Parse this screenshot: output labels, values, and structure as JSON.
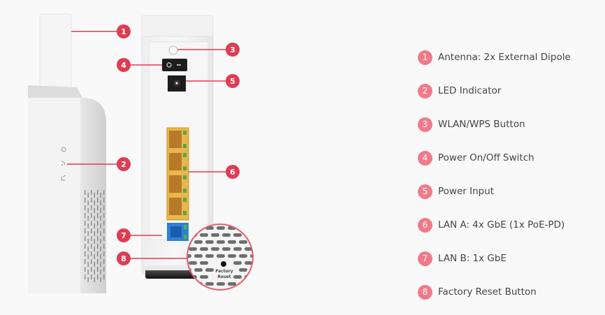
{
  "diagram": {
    "callout_color": "#e03c52",
    "legend_badge_color": "#f27a88",
    "callouts": [
      {
        "number": "1",
        "target": "antenna"
      },
      {
        "number": "2",
        "target": "led-indicator"
      },
      {
        "number": "3",
        "target": "wlan-wps-button"
      },
      {
        "number": "4",
        "target": "power-switch"
      },
      {
        "number": "5",
        "target": "power-input"
      },
      {
        "number": "6",
        "target": "lan-a-ports"
      },
      {
        "number": "7",
        "target": "lan-b-port"
      },
      {
        "number": "8",
        "target": "factory-reset"
      }
    ],
    "magnifier_label_line1": "Factory",
    "magnifier_label_line2": "Reset"
  },
  "legend": [
    {
      "number": "1",
      "label": "Antenna: 2x External Dipole"
    },
    {
      "number": "2",
      "label": "LED Indicator"
    },
    {
      "number": "3",
      "label": "WLAN/WPS Button"
    },
    {
      "number": "4",
      "label": "Power On/Off Switch"
    },
    {
      "number": "5",
      "label": "Power Input"
    },
    {
      "number": "6",
      "label": "LAN A: 4x GbE (1x PoE-PD)"
    },
    {
      "number": "7",
      "label": "LAN B: 1x GbE"
    },
    {
      "number": "8",
      "label": "Factory Reset Button"
    }
  ]
}
